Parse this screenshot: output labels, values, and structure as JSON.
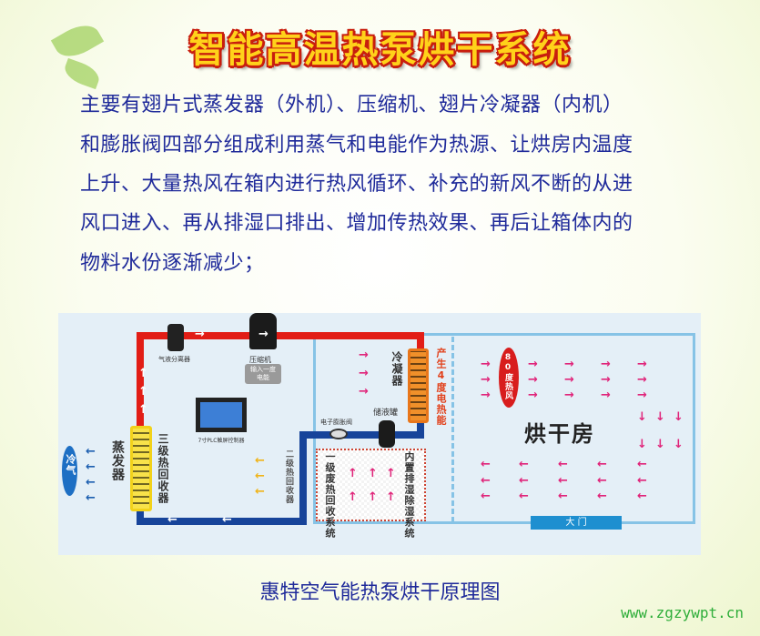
{
  "title": "智能高温热泵烘干系统",
  "paragraph": [
    "主要有翅片式蒸发器（外机）、压缩机、翅片冷凝器（内机）",
    "和膨胀阀四部分组成利用蒸气和电能作为热源、让烘房内温度",
    "上升、大量热风在箱内进行热风循环、补充的新风不断的从进",
    "风口进入、再从排湿口排出、增加传热效果、再后让箱体内的",
    "物料水份逐渐减少；"
  ],
  "diagram": {
    "cold_air": "冷气",
    "evaporator": "蒸发器",
    "recovery3": "三级热回收器",
    "separator": "气液分离器",
    "compressor": "压缩机",
    "power_input": "输入一度电能",
    "plc": "7寸PLC触屏控制器",
    "recovery2": "二级热回收器",
    "expansion_valve": "电子膨胀阀",
    "liquid_tank": "储液罐",
    "condenser": "冷凝器",
    "heat_energy": "产生4度电热能",
    "waste_heat": "一级废热回收系统",
    "dehumidify": "内置排湿除湿系统",
    "hot_air": "80度热风",
    "drying_room": "烘干房",
    "door": "大 门"
  },
  "caption": "惠特空气能热泵烘干原理图",
  "watermark": "www.zgzywpt.cn",
  "colors": {
    "hot_pipe": "#e21d16",
    "cold_pipe": "#17449a",
    "text_blue": "#1f2a9a",
    "arrow_pink": "#e0257a"
  }
}
